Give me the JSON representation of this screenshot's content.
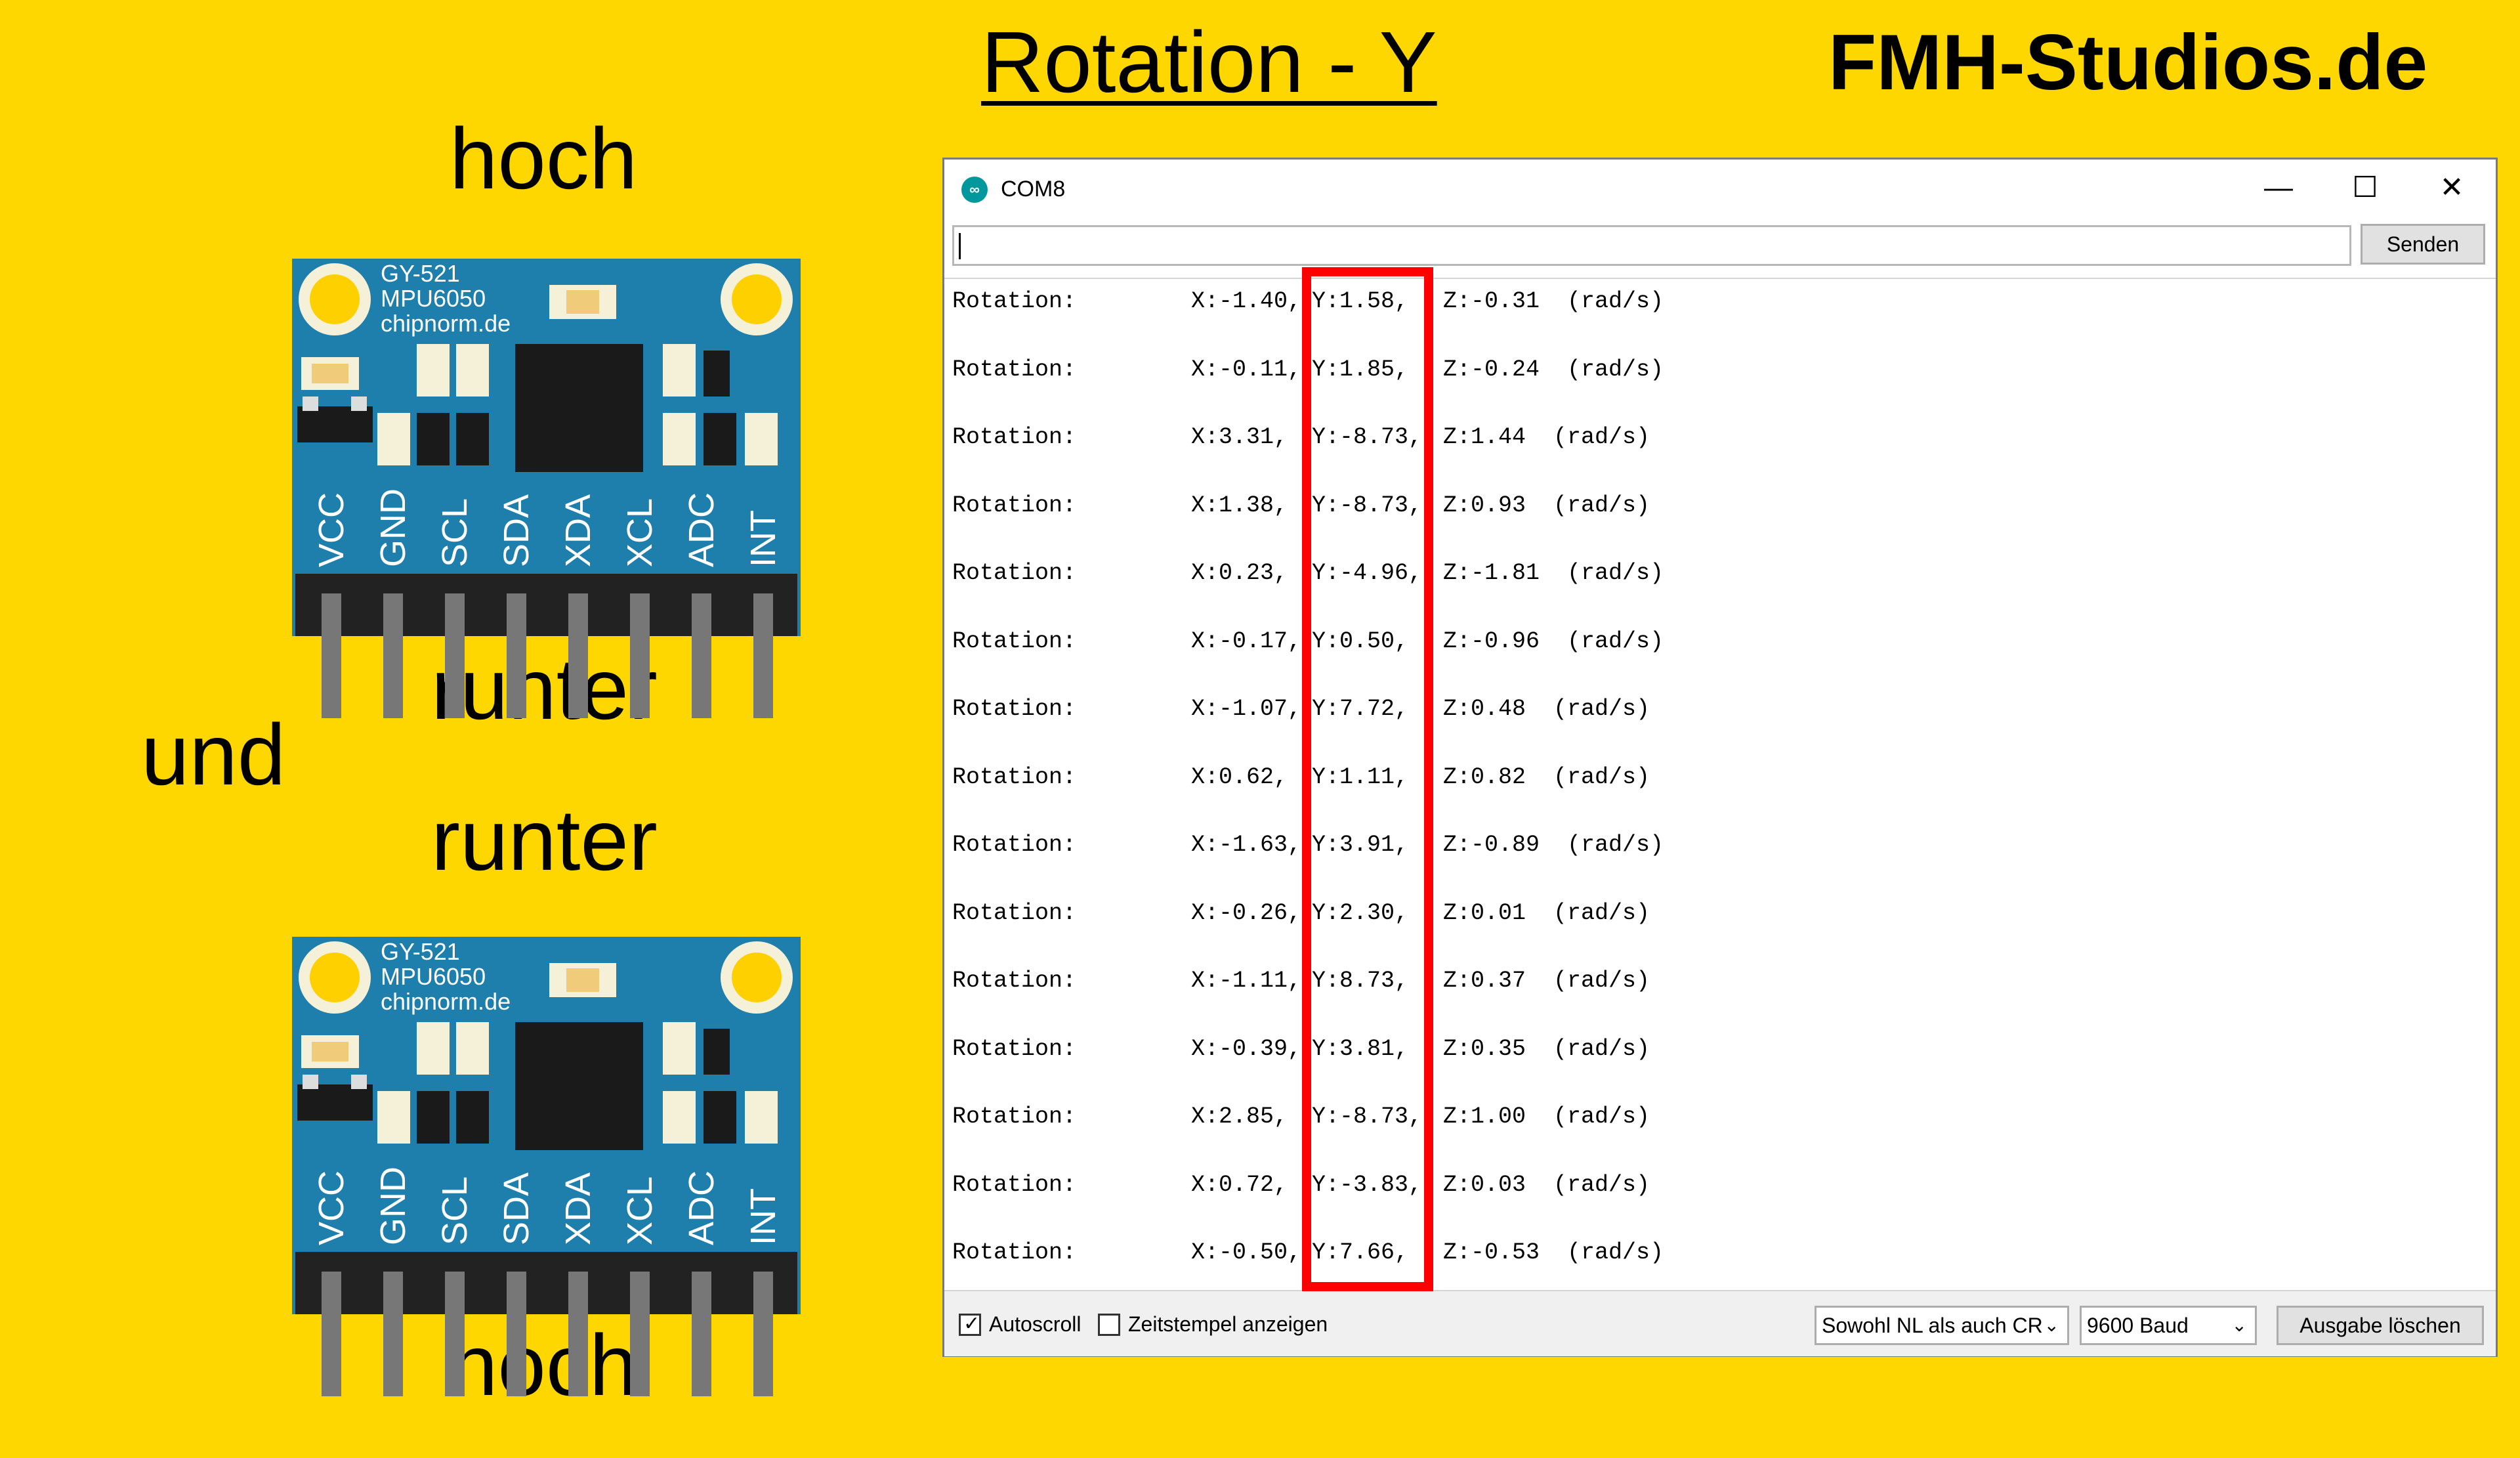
{
  "slide": {
    "title": "Rotation - Y",
    "brand": "FMH-Studios.de",
    "labels": {
      "top_up": "hoch",
      "top_down": "runter",
      "and": "und",
      "bottom_down": "runter",
      "bottom_up": "hoch"
    },
    "board": {
      "line1": "GY-521",
      "line2": "MPU6050",
      "line3": "chipnorm.de",
      "pins": [
        "VCC",
        "GND",
        "SCL",
        "SDA",
        "XDA",
        "XCL",
        "ADC",
        "INT"
      ]
    }
  },
  "serial_monitor": {
    "window_title": "COM8",
    "app_icon": "arduino-icon",
    "controls": {
      "minimize": "—",
      "maximize": "☐",
      "close": "✕"
    },
    "input_value": "",
    "send_label": "Senden",
    "rows": [
      {
        "label": "Rotation:",
        "x": "X:-1.40,",
        "y": "Y:1.58,",
        "z": "Z:-0.31  (rad/s)"
      },
      {
        "label": "Rotation:",
        "x": "X:-0.11,",
        "y": "Y:1.85,",
        "z": "Z:-0.24  (rad/s)"
      },
      {
        "label": "Rotation:",
        "x": "X:3.31,",
        "y": "Y:-8.73,",
        "z": "Z:1.44  (rad/s)"
      },
      {
        "label": "Rotation:",
        "x": "X:1.38,",
        "y": "Y:-8.73,",
        "z": "Z:0.93  (rad/s)"
      },
      {
        "label": "Rotation:",
        "x": "X:0.23,",
        "y": "Y:-4.96,",
        "z": "Z:-1.81  (rad/s)"
      },
      {
        "label": "Rotation:",
        "x": "X:-0.17,",
        "y": "Y:0.50,",
        "z": "Z:-0.96  (rad/s)"
      },
      {
        "label": "Rotation:",
        "x": "X:-1.07,",
        "y": "Y:7.72,",
        "z": "Z:0.48  (rad/s)"
      },
      {
        "label": "Rotation:",
        "x": "X:0.62,",
        "y": "Y:1.11,",
        "z": "Z:0.82  (rad/s)"
      },
      {
        "label": "Rotation:",
        "x": "X:-1.63,",
        "y": "Y:3.91,",
        "z": "Z:-0.89  (rad/s)"
      },
      {
        "label": "Rotation:",
        "x": "X:-0.26,",
        "y": "Y:2.30,",
        "z": "Z:0.01  (rad/s)"
      },
      {
        "label": "Rotation:",
        "x": "X:-1.11,",
        "y": "Y:8.73,",
        "z": "Z:0.37  (rad/s)"
      },
      {
        "label": "Rotation:",
        "x": "X:-0.39,",
        "y": "Y:3.81,",
        "z": "Z:0.35  (rad/s)"
      },
      {
        "label": "Rotation:",
        "x": "X:2.85,",
        "y": "Y:-8.73,",
        "z": "Z:1.00  (rad/s)"
      },
      {
        "label": "Rotation:",
        "x": "X:0.72,",
        "y": "Y:-3.83,",
        "z": "Z:0.03  (rad/s)"
      },
      {
        "label": "Rotation:",
        "x": "X:-0.50,",
        "y": "Y:7.66,",
        "z": "Z:-0.53  (rad/s)"
      }
    ],
    "autoscroll_label": "Autoscroll",
    "autoscroll_checked": true,
    "timestamp_label": "Zeitstempel anzeigen",
    "timestamp_checked": false,
    "line_ending": "Sowohl NL als auch CR",
    "baud": "9600 Baud",
    "clear_label": "Ausgabe löschen"
  },
  "colors": {
    "background": "#FFD700",
    "highlight": "#FF0000",
    "board": "#1E7FAD",
    "arduino_teal": "#00979D"
  }
}
